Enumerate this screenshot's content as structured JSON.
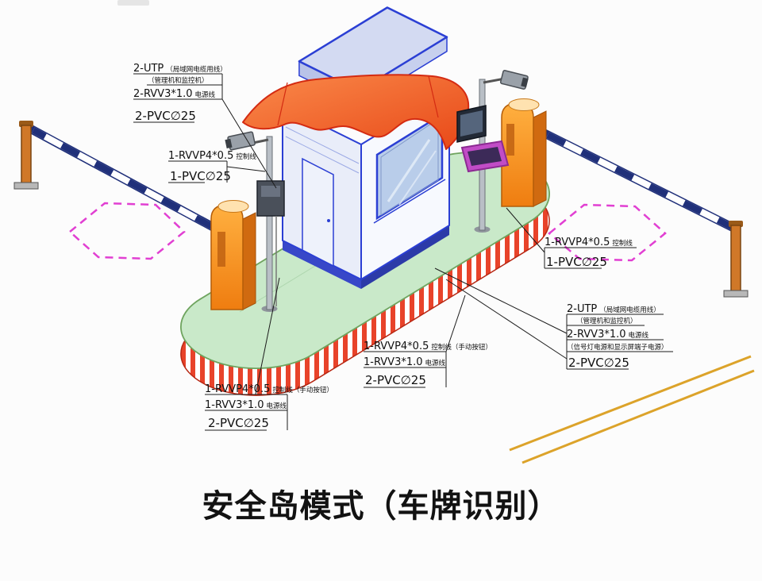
{
  "title": "安全岛模式（车牌识别）",
  "annotations": {
    "top_left": {
      "utp": "2-UTP",
      "utp_note": "（局域网电缆用线）",
      "utp_note2": "（管理机和监控机）",
      "power": "2-RVV3*1.0",
      "power_note": "电源线",
      "pvc": "2-PVC∅25"
    },
    "left_mid": {
      "control": "1-RVVP4*0.5",
      "control_note": "控制线",
      "pvc": "1-PVC∅25"
    },
    "right_mid": {
      "control": "1-RVVP4*0.5",
      "control_note": "控制线",
      "pvc": "1-PVC∅25"
    },
    "right_lower": {
      "utp": "2-UTP",
      "utp_note": "（局域网电缆用线）",
      "utp_note2": "（管理机和监控机）",
      "power": "2-RVV3*1.0",
      "power_note": "电源线",
      "power_note2": "（信号灯电源和显示屏端子电源）",
      "pvc": "2-PVC∅25"
    },
    "center": {
      "control": "1-RVVP4*0.5",
      "control_note": "控制线（手动按钮）",
      "power": "1-RVV3*1.0",
      "power_note": "电源线",
      "pvc": "2-PVC∅25"
    },
    "left_lower": {
      "control": "1-RVVP4*0.5",
      "control_note": "控制线（手动按钮）",
      "power": "1-RVV3*1.0",
      "power_note": "电源线",
      "pvc": "2-PVC∅25"
    }
  },
  "colors": {
    "canopy_orange": "#f26430",
    "booth_blue": "#2b3fd4",
    "island_green": "#c9e9c9",
    "stripe_red": "#e8432a",
    "machine_orange": "#f59a23",
    "loop_pink": "#e13fd2",
    "arm_navy": "#20307a",
    "road_yellow": "#dca32a"
  }
}
